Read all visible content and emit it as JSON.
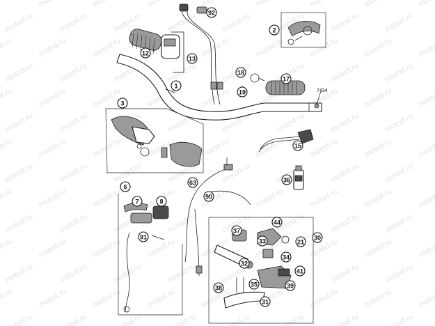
{
  "watermark": {
    "text": "motod.ru"
  },
  "callouts": [
    {
      "id": "c92",
      "label": "92"
    },
    {
      "id": "c2",
      "label": "2"
    },
    {
      "id": "c12",
      "label": "12"
    },
    {
      "id": "c13",
      "label": "13"
    },
    {
      "id": "c1",
      "label": "1"
    },
    {
      "id": "c18",
      "label": "18"
    },
    {
      "id": "c19",
      "label": "19"
    },
    {
      "id": "c17",
      "label": "17"
    },
    {
      "id": "c3",
      "label": "3"
    },
    {
      "id": "c15",
      "label": "15"
    },
    {
      "id": "c36",
      "label": "36"
    },
    {
      "id": "c6",
      "label": "6"
    },
    {
      "id": "c63",
      "label": "63"
    },
    {
      "id": "c90",
      "label": "90"
    },
    {
      "id": "c7",
      "label": "7"
    },
    {
      "id": "c8",
      "label": "8"
    },
    {
      "id": "c91",
      "label": "91"
    },
    {
      "id": "c37",
      "label": "37"
    },
    {
      "id": "c44",
      "label": "44"
    },
    {
      "id": "c30",
      "label": "30"
    },
    {
      "id": "c33",
      "label": "33"
    },
    {
      "id": "c21",
      "label": "21"
    },
    {
      "id": "c32",
      "label": "32"
    },
    {
      "id": "c34",
      "label": "34"
    },
    {
      "id": "c41",
      "label": "41"
    },
    {
      "id": "c38",
      "label": "38"
    },
    {
      "id": "c35",
      "label": "35"
    },
    {
      "id": "c39",
      "label": "39"
    },
    {
      "id": "c31",
      "label": "31"
    }
  ],
  "plain_labels": [
    {
      "id": "p7434",
      "label": "7434"
    }
  ]
}
